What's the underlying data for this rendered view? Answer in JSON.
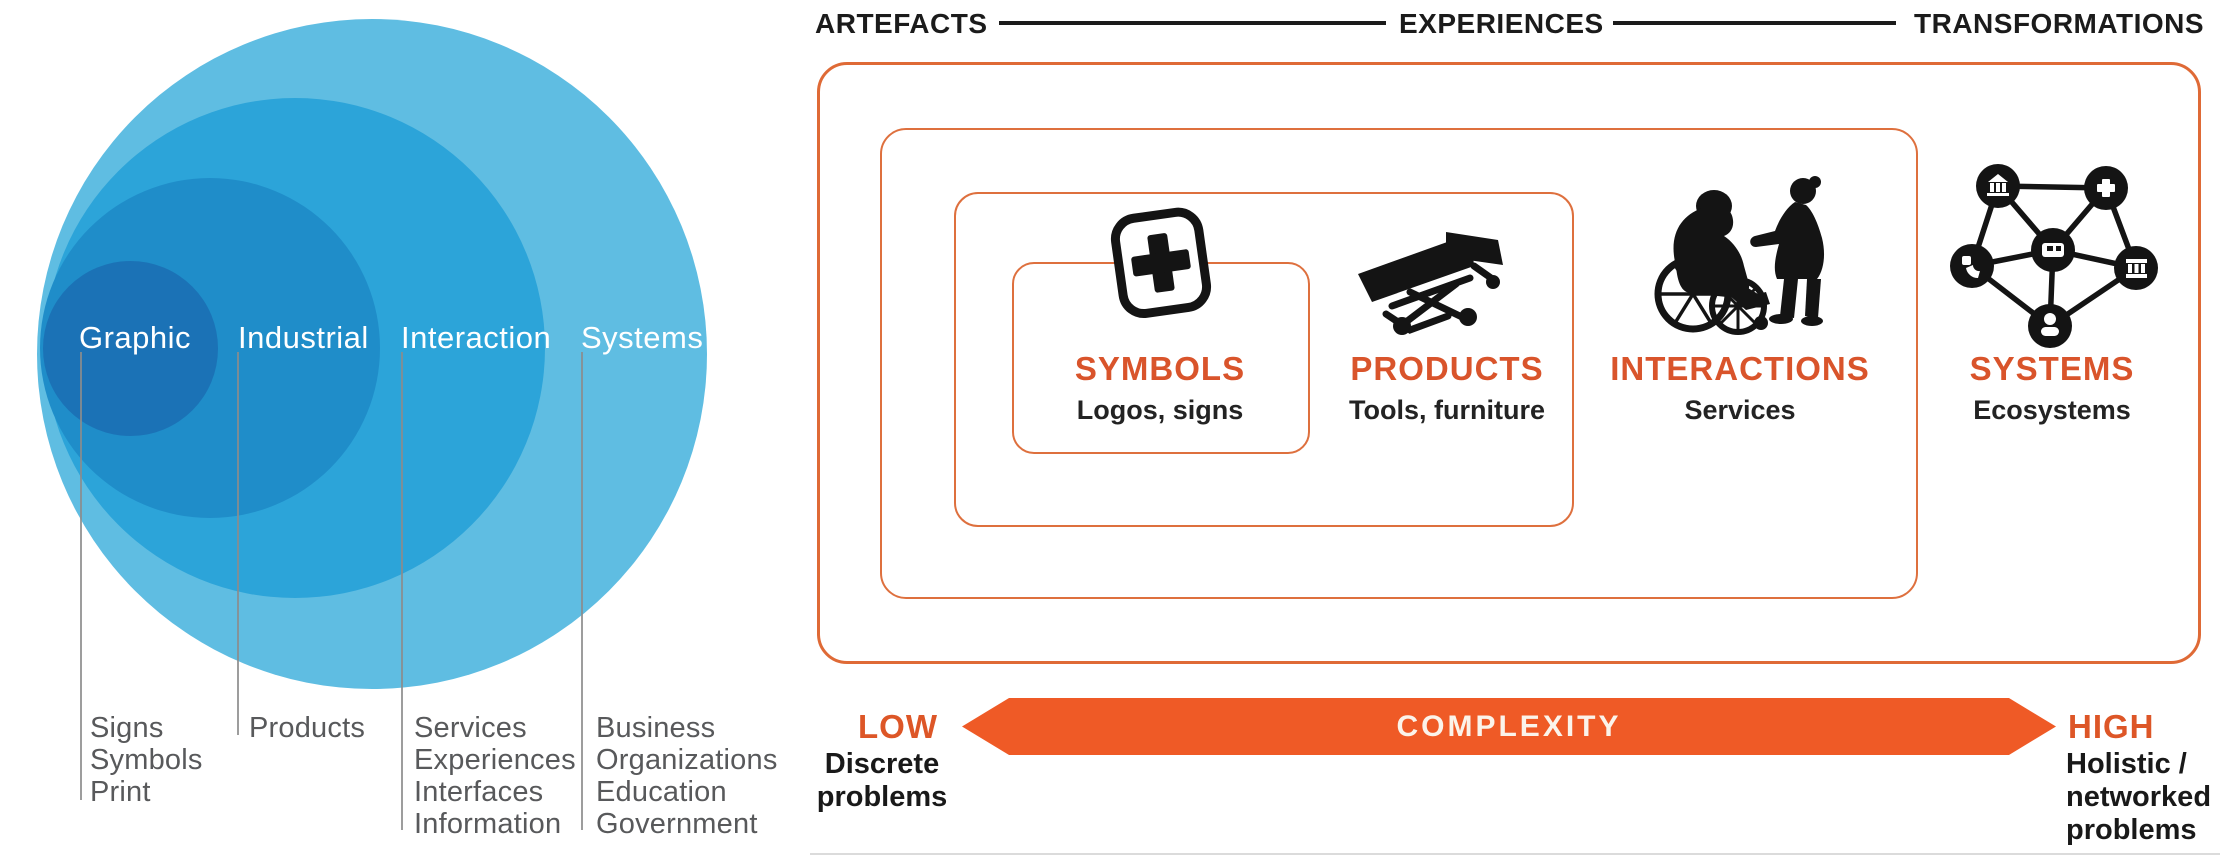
{
  "left_diagram": {
    "disciplines": [
      {
        "label": "Graphic",
        "color": "#1b72b6",
        "items": [
          "Signs",
          "Symbols",
          "Print"
        ]
      },
      {
        "label": "Industrial",
        "color": "#1f8dc9",
        "items": [
          "Products"
        ]
      },
      {
        "label": "Interaction",
        "color": "#2ca4d9",
        "items": [
          "Services",
          "Experiences",
          "Interfaces",
          "Information"
        ]
      },
      {
        "label": "Systems",
        "color": "#5fbde2",
        "items": [
          "Business",
          "Organizations",
          "Education",
          "Government"
        ]
      }
    ]
  },
  "right_diagram": {
    "header": [
      "ARTEFACTS",
      "EXPERIENCES",
      "TRANSFORMATIONS"
    ],
    "categories": [
      {
        "title": "SYMBOLS",
        "subtitle": "Logos, signs",
        "icon": "plus-sign-icon"
      },
      {
        "title": "PRODUCTS",
        "subtitle": "Tools, furniture",
        "icon": "hospital-bed-icon"
      },
      {
        "title": "INTERACTIONS",
        "subtitle": "Services",
        "icon": "wheelchair-care-icon"
      },
      {
        "title": "SYSTEMS",
        "subtitle": "Ecosystems",
        "icon": "network-nodes-icon"
      }
    ],
    "complexity": {
      "arrow_label": "COMPLEXITY",
      "low": {
        "label": "LOW",
        "caption_lines": [
          "Discrete",
          "problems"
        ]
      },
      "high": {
        "label": "HIGH",
        "caption_lines": [
          "Holistic /",
          "networked",
          "problems"
        ]
      }
    },
    "colors": {
      "title_orange": "#d9542b",
      "arrow_orange": "#ef5a26",
      "border_orange": "#de703e",
      "end_label_orange": "#dd5627"
    }
  }
}
